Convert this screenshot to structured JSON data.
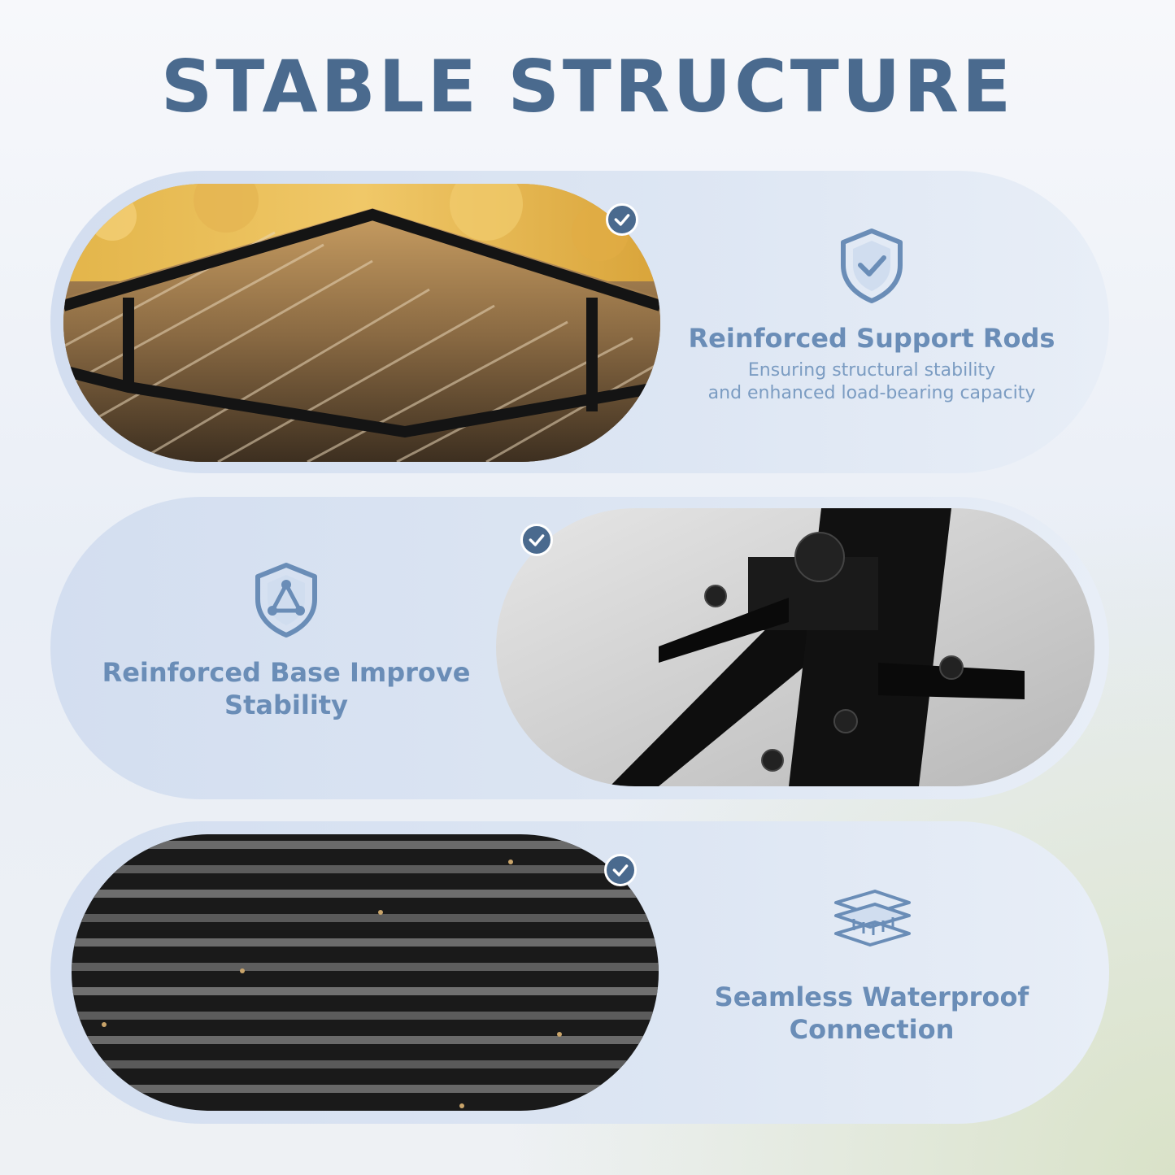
{
  "title": "STABLE STRUCTURE",
  "colors": {
    "accent": "#4a6a8e",
    "feature_text": "#6a8db7",
    "card_bg": "#d8e2f1"
  },
  "features": [
    {
      "icon": "shield-check-icon",
      "title": "Reinforced Support Rods",
      "description_line1": "Ensuring structural stability",
      "description_line2": "and enhanced load-bearing capacity"
    },
    {
      "icon": "shield-triangle-icon",
      "title_line1": "Reinforced Base Improve",
      "title_line2": "Stability"
    },
    {
      "icon": "layered-panel-icon",
      "title_line1": "Seamless Waterproof",
      "title_line2": "Connection"
    }
  ]
}
